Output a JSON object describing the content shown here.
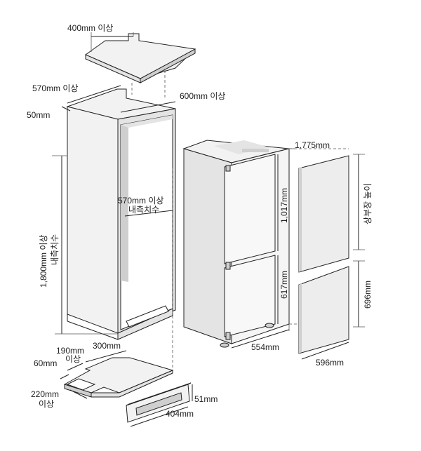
{
  "labels": {
    "top_board_depth": "400mm 이상",
    "cabinet_depth": "570mm 이상",
    "cabinet_width": "600mm 이상",
    "side_thickness": "50mm",
    "inner_width": "570mm 이상",
    "inner_width_note": "내측치수",
    "cabinet_height": "1,800mm 이상",
    "cabinet_height_note": "내측치수",
    "vent_a_depth": "190mm",
    "vent_a_note": "이상",
    "vent_width": "300mm",
    "vent_left": "60mm",
    "vent_depth2": "220mm",
    "vent_depth2_note": "이상",
    "grille_height": "51mm",
    "grille_width": "404mm",
    "fridge_height": "1,775mm",
    "upper_door": "1,017mm",
    "lower_door": "617mm",
    "fridge_width": "554mm",
    "upper_panel_height": "상부장 높이",
    "lower_panel_height": "696mm",
    "panel_width": "596mm"
  },
  "colors": {
    "line": "#222222",
    "panel_fill": "#ededed",
    "shade": "#cfcfcf"
  }
}
